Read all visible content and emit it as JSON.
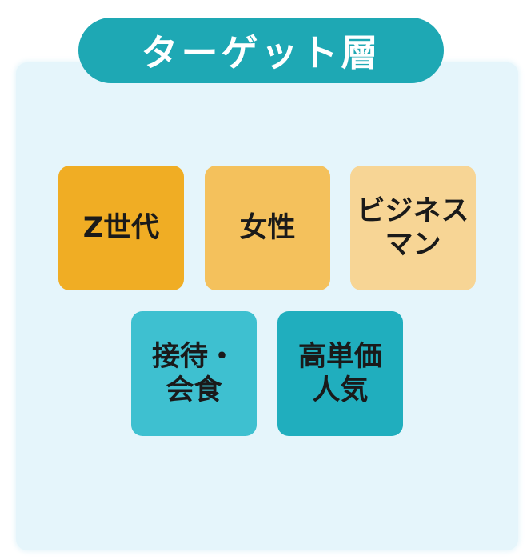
{
  "header": {
    "title": "ターゲット層",
    "color": "#1EA8B4"
  },
  "panel": {
    "background": "#E5F5FB"
  },
  "tiles": [
    {
      "label": "Z世代",
      "color": "#F0AD24"
    },
    {
      "label": "女性",
      "color": "#F4C15C"
    },
    {
      "label": "ビジネス\nマン",
      "color": "#F7D595"
    },
    {
      "label": "接待・\n会食",
      "color": "#3EC0D0"
    },
    {
      "label": "高単価\n人気",
      "color": "#20AEBE"
    }
  ]
}
